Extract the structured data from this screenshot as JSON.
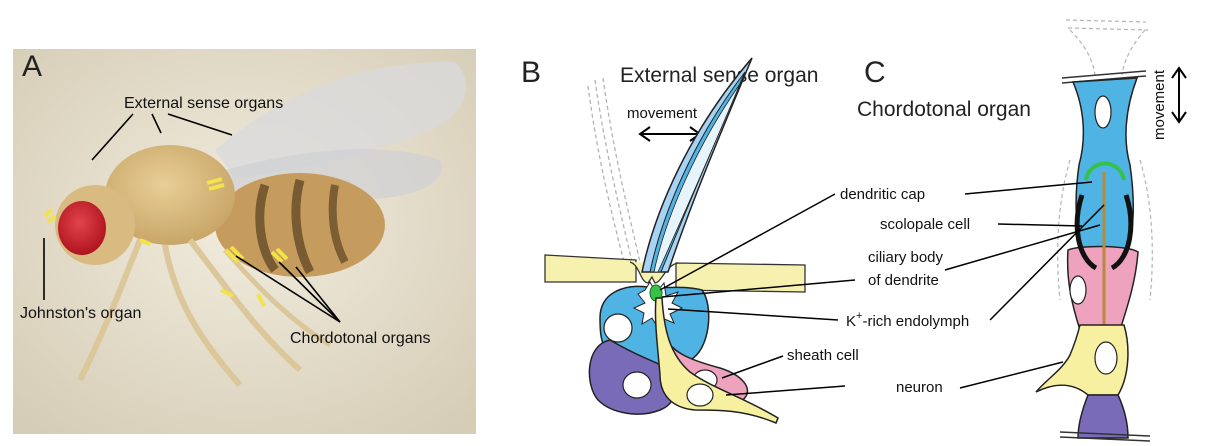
{
  "panel_a": {
    "letter": "A",
    "external_sense_organs": "External sense organs",
    "johnstons_organ": "Johnston's organ",
    "chordotonal_organs": "Chordotonal organs"
  },
  "panel_b": {
    "letter": "B",
    "title": "External sense organ",
    "movement": "movement",
    "labels": {
      "dendritic_cap": "dendritic cap",
      "scolopale_cell": "scolopale cell",
      "ciliary_body_line1": "ciliary body",
      "ciliary_body_line2": "of dendrite",
      "k_rich_prefix": "K",
      "k_rich_sup": "+",
      "k_rich_suffix": "-rich endolymph",
      "sheath_cell": "sheath cell",
      "neuron": "neuron"
    }
  },
  "panel_c": {
    "letter": "C",
    "title": "Chordotonal organ",
    "movement": "movement"
  },
  "colors": {
    "blue": "#4fb3e3",
    "light_blue": "#a9d3f2",
    "yellow": "#f7f0a0",
    "pink": "#eea2be",
    "purple": "#7a6bb8",
    "green": "#35c24a",
    "cuticle": "#f6f1ae"
  }
}
